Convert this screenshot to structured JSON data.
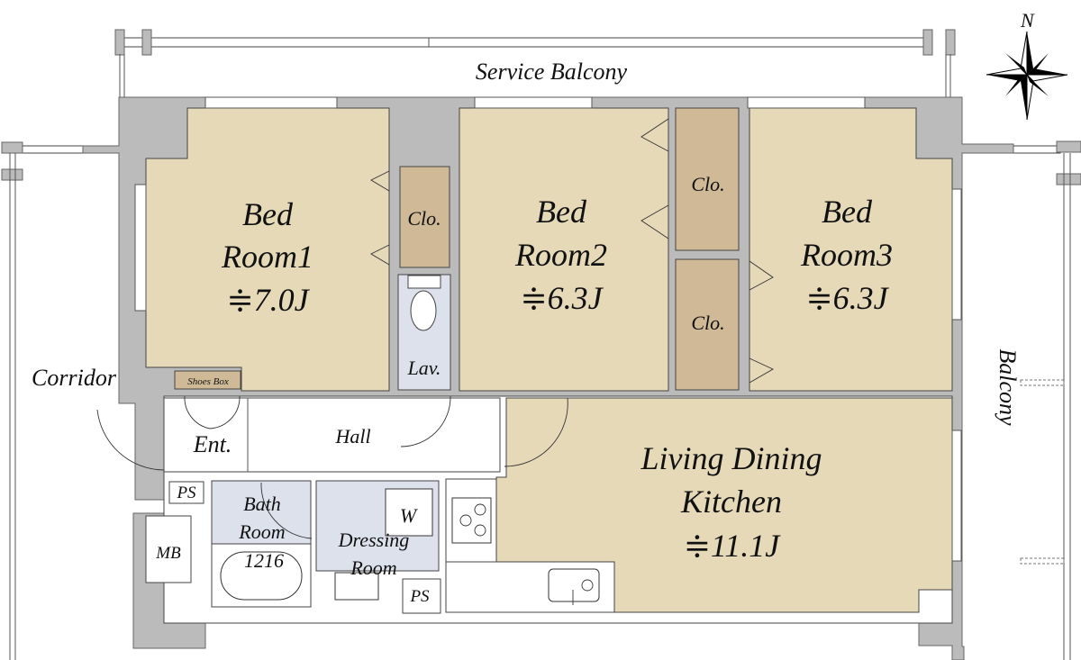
{
  "plan": {
    "service_balcony": "Service Balcony",
    "balcony": "Balcony",
    "corridor": "Corridor",
    "compass_north": "N",
    "rooms": {
      "bed1": {
        "line1": "Bed",
        "line2": "Room1",
        "area": "≑7.0J"
      },
      "bed2": {
        "line1": "Bed",
        "line2": "Room2",
        "area": "≑6.3J"
      },
      "bed3": {
        "line1": "Bed",
        "line2": "Room3",
        "area": "≑6.3J"
      },
      "ldk": {
        "line1": "Living Dining",
        "line2": "Kitchen",
        "area": "≑11.1J"
      }
    },
    "closets": {
      "clo1": "Clo.",
      "clo2": "Clo.",
      "clo3": "Clo."
    },
    "lav": "Lav.",
    "hall": "Hall",
    "entrance": "Ent.",
    "shoes_box": "Shoes Box",
    "ps1": "PS",
    "ps2": "PS",
    "mb": "MB",
    "bath": {
      "line1": "Bath",
      "line2": "Room",
      "size": "1216"
    },
    "dressing": {
      "line1": "Dressing",
      "line2": "Room"
    },
    "washer": "W"
  },
  "colors": {
    "room_fill": "#e6d9b8",
    "closet_fill": "#cfb996",
    "wet_fill": "#dde1ec",
    "wall_fill": "#bbbbbb"
  }
}
